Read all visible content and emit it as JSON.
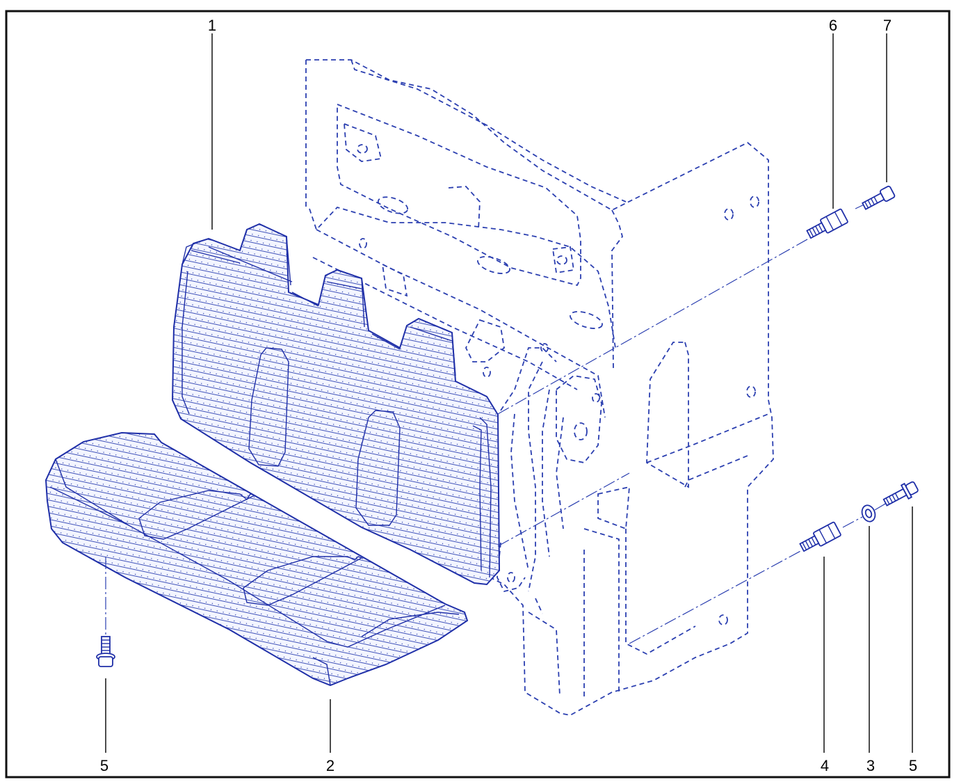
{
  "diagram": {
    "border_color": "#111111",
    "line_color": "#1f2fa8",
    "callouts": [
      {
        "id": "c1",
        "label": "1"
      },
      {
        "id": "c2",
        "label": "2"
      },
      {
        "id": "c3",
        "label": "3"
      },
      {
        "id": "c4",
        "label": "4"
      },
      {
        "id": "c5a",
        "label": "5"
      },
      {
        "id": "c5b",
        "label": "5"
      },
      {
        "id": "c6",
        "label": "6"
      },
      {
        "id": "c7",
        "label": "7"
      }
    ]
  }
}
